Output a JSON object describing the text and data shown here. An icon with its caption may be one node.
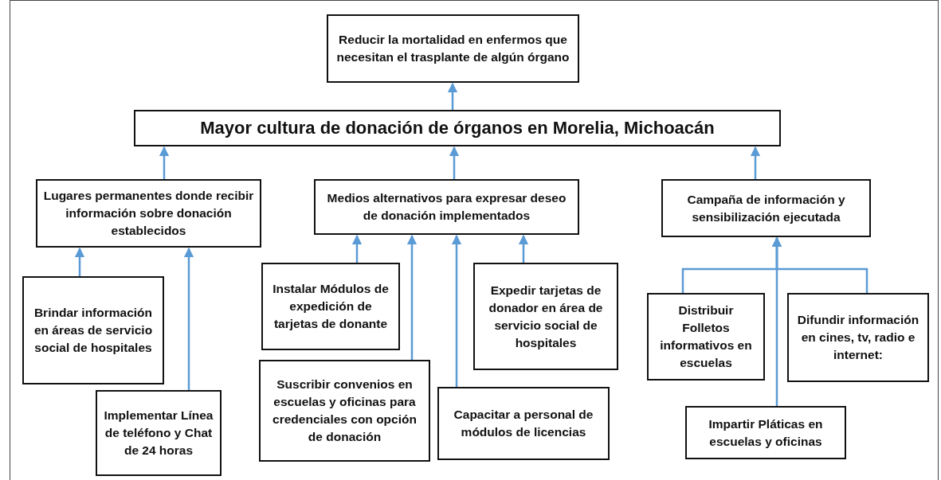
{
  "diagram": {
    "nodes": [
      {
        "text": [
          "Reducir la mortalidad en enfermos que necesitan el trasplante de algún órgano"
        ]
      },
      {
        "text": [
          "Mayor cultura de donación de órganos en Morelia, Michoacán"
        ]
      },
      {
        "text": [
          "Lugares permanentes donde recibir información sobre donación establecidos"
        ]
      },
      {
        "text": [
          "Medios alternativos para expresar deseo de donación implementados"
        ]
      },
      {
        "text": [
          "Campaña de información y sensibilización ejecutada"
        ]
      },
      {
        "text": [
          "Brindar información en áreas de servicio social de hospitales"
        ]
      },
      {
        "text": [
          "Implementar Línea de teléfono y Chat de 24 horas"
        ]
      },
      {
        "text": [
          "Instalar Módulos de expedición de tarjetas de donante"
        ]
      },
      {
        "text": [
          "Suscribir convenios en escuelas y oficinas para credenciales con opción de donación"
        ]
      },
      {
        "text": [
          "Capacitar a personal de módulos de licencias"
        ]
      },
      {
        "text": [
          "Expedir tarjetas de donador en área de servicio social de hospitales"
        ]
      },
      {
        "text": [
          "Distribuir Folletos informativos en escuelas"
        ]
      },
      {
        "text": [
          "Difundir información en cines, tv, radio e internet:"
        ]
      },
      {
        "text": [
          "Impartir Pláticas en escuelas y oficinas"
        ]
      }
    ],
    "edges": [
      {
        "from": 1,
        "to": 0,
        "arrow": "to"
      },
      {
        "from": 2,
        "to": 1,
        "arrow": "to"
      },
      {
        "from": 3,
        "to": 1,
        "arrow": "to"
      },
      {
        "from": 4,
        "to": 1,
        "arrow": "to"
      },
      {
        "from": 5,
        "to": 2,
        "arrow": "to"
      },
      {
        "from": 6,
        "to": 2,
        "arrow": "to"
      },
      {
        "from": 7,
        "to": 3,
        "arrow": "to"
      },
      {
        "from": 8,
        "to": 3,
        "arrow": "to"
      },
      {
        "from": 9,
        "to": 3,
        "arrow": "to"
      },
      {
        "from": 10,
        "to": 3,
        "arrow": "to"
      },
      {
        "from": 11,
        "to": 4,
        "arrow": "to"
      },
      {
        "from": 12,
        "to": 4,
        "arrow": "to"
      },
      {
        "from": 13,
        "to": 4,
        "arrow": "to"
      }
    ]
  }
}
